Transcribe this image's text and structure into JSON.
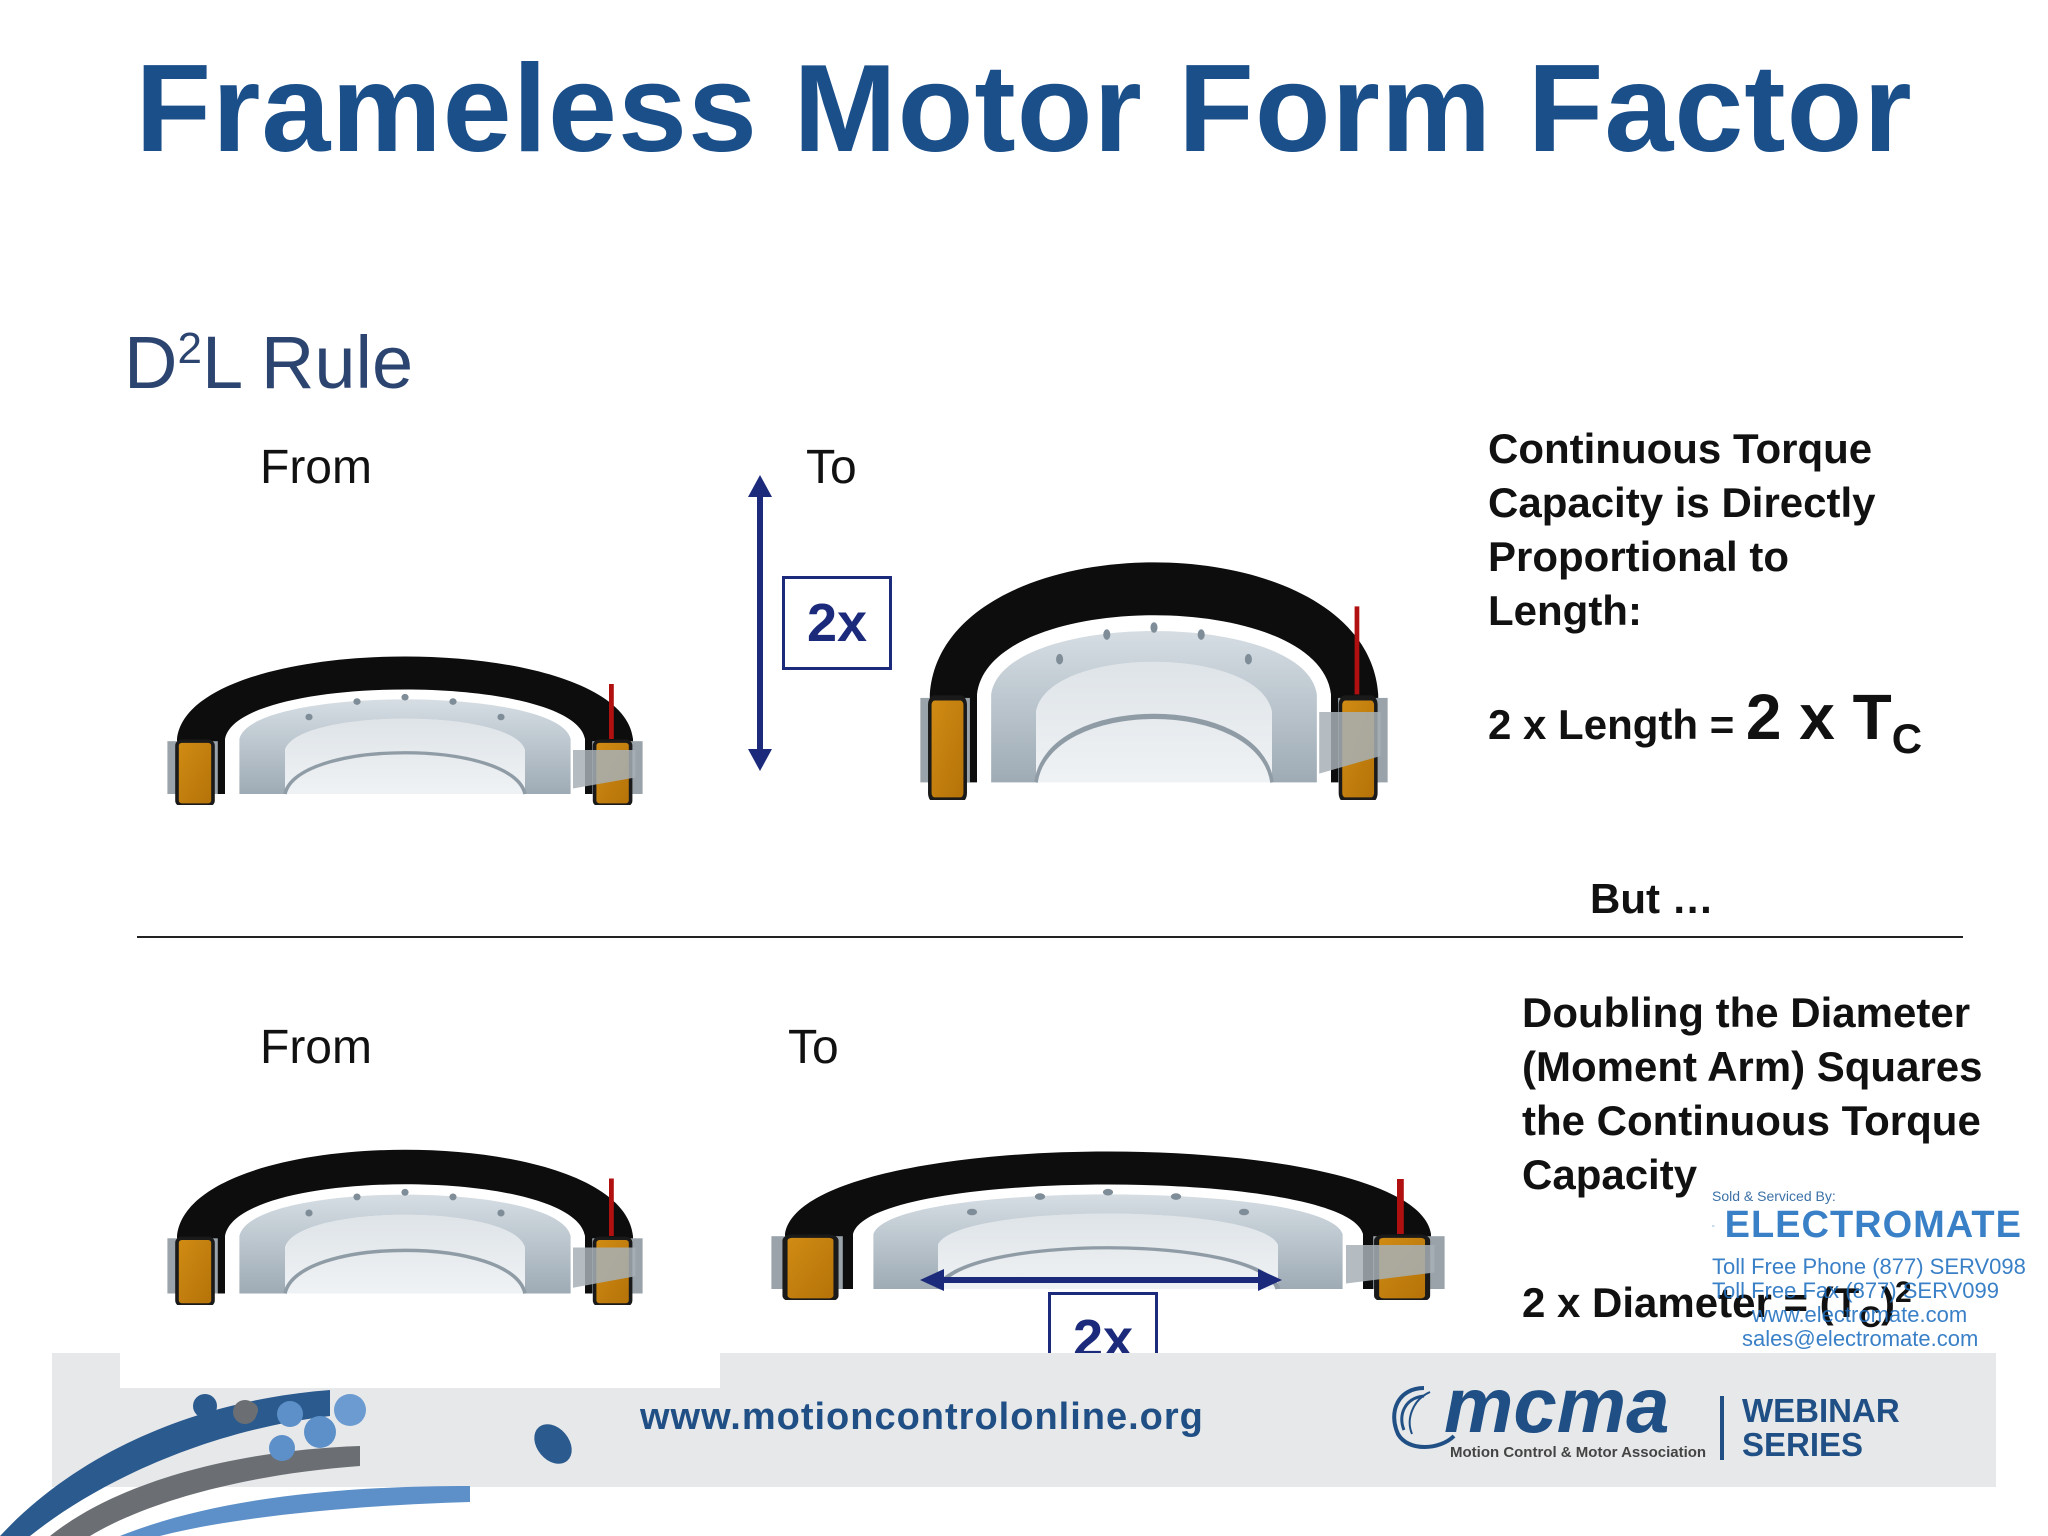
{
  "slide": {
    "title": "Frameless Motor Form Factor",
    "rule_prefix": "D",
    "rule_sup": "2",
    "rule_suffix": "L Rule"
  },
  "top_section": {
    "from_label": "From",
    "to_label": "To",
    "multiplier": "2x",
    "text_lines": [
      "Continuous Torque",
      "Capacity is Directly",
      "Proportional to",
      "Length:"
    ],
    "equation_left": "2 x Length = ",
    "equation_big": "2 x T",
    "equation_sub": "C",
    "but_text": "But …"
  },
  "bottom_section": {
    "from_label": "From",
    "to_label": "To",
    "multiplier": "2x",
    "text_lines": [
      "Doubling the Diameter",
      "(Moment Arm) Squares",
      "the Continuous Torque",
      "Capacity"
    ],
    "equation_left": "2 x Diameter = (T",
    "equation_sub": "C",
    "equation_close": ")",
    "equation_sup": "2"
  },
  "electromate": {
    "sold_by": "Sold & Serviced By:",
    "brand": "ELECTROMATE",
    "phone": "Toll Free Phone (877) SERV098",
    "fax": "Toll Free Fax (877) SERV099",
    "web": "www.electromate.com",
    "email": "sales@electromate.com"
  },
  "footer": {
    "url": "www.motioncontrolonline.org",
    "logo_text": "mcma",
    "logo_sub": "Motion Control & Motor Association",
    "webinar_line1": "WEBINAR",
    "webinar_line2": "SERIES"
  },
  "colors": {
    "title_blue": "#1b4f8a",
    "arrow_navy": "#1b2a7a",
    "motor_black": "#0d0d0d",
    "stator_gray": "#b9c4cc",
    "winding_orange": "#c98410"
  }
}
